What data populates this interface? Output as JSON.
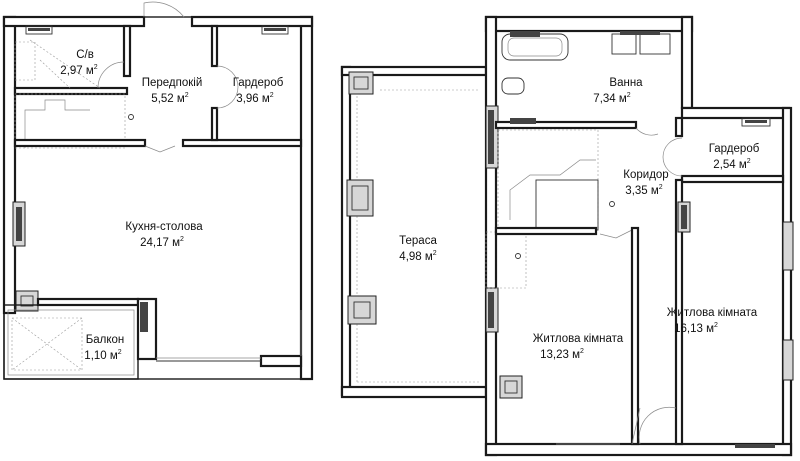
{
  "rooms": {
    "wc": {
      "label": "С/в",
      "area": "2,97 м",
      "sup": "2"
    },
    "hall": {
      "label": "Передпокій",
      "area": "5,52 м",
      "sup": "2"
    },
    "wardrobe1": {
      "label": "Гардероб",
      "area": "3,96 м",
      "sup": "2"
    },
    "kitchen": {
      "label": "Кухня-столова",
      "area": "24,17 м",
      "sup": "2"
    },
    "balcony": {
      "label": "Балкон",
      "area": "1,10 м",
      "sup": "2"
    },
    "terrace": {
      "label": "Тераса",
      "area": "4,98 м",
      "sup": "2"
    },
    "bath": {
      "label": "Ванна",
      "area": "7,34 м",
      "sup": "2"
    },
    "corridor": {
      "label": "Коридор",
      "area": "3,35 м",
      "sup": "2"
    },
    "wardrobe2": {
      "label": "Гардероб",
      "area": "2,54 м",
      "sup": "2"
    },
    "living1": {
      "label": "Житлова кімната",
      "area": "13,23 м",
      "sup": "2"
    },
    "living2": {
      "label": "Житлова кімната",
      "area": "16,13 м",
      "sup": "2"
    }
  }
}
